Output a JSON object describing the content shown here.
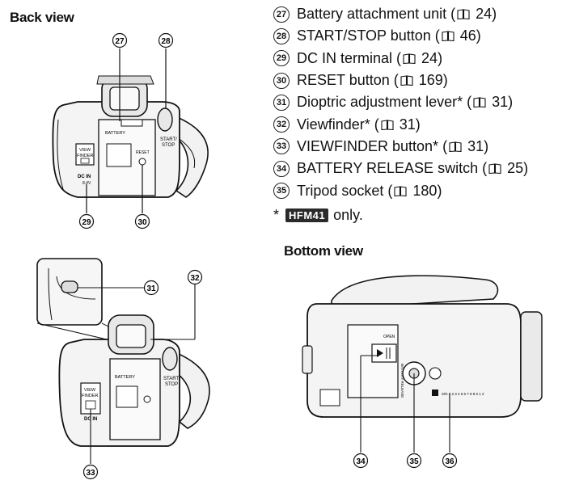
{
  "headings": {
    "back_view": "Back view",
    "bottom_view": "Bottom view"
  },
  "parts": [
    {
      "num": "27",
      "label": "Battery attachment unit",
      "page": "24"
    },
    {
      "num": "28",
      "label": "START/STOP button",
      "page": "46"
    },
    {
      "num": "29",
      "label": "DC IN terminal",
      "page": "24"
    },
    {
      "num": "30",
      "label": "RESET button",
      "page": "169"
    },
    {
      "num": "31",
      "label": "Dioptric adjustment lever*",
      "page": "31"
    },
    {
      "num": "32",
      "label": "Viewfinder*",
      "page": "31"
    },
    {
      "num": "33",
      "label": "VIEWFINDER button*",
      "page": "31"
    },
    {
      "num": "34",
      "label": "BATTERY RELEASE switch",
      "page": "25"
    },
    {
      "num": "35",
      "label": "Tripod socket",
      "page": "180"
    }
  ],
  "footnote": {
    "star": "*",
    "model": "HFM41",
    "text": "only."
  },
  "callouts": {
    "c27": "27",
    "c28": "28",
    "c29": "29",
    "c30": "30",
    "c31": "31",
    "c32": "32",
    "c33": "33",
    "c34": "34",
    "c35": "35",
    "c36": "36"
  },
  "device_labels": {
    "view": "VIEW",
    "finder": "FINDER",
    "dc_in": "DC IN",
    "volt": "8.4V",
    "battery": "BATTERY",
    "reset": "RESET",
    "start": "START/",
    "stop": "STOP",
    "open": "OPEN",
    "battery_release": "BATTERY RELEASE",
    "serial": "S/N 1 2 3 4 5 6 7 8 9 0 1 2"
  }
}
